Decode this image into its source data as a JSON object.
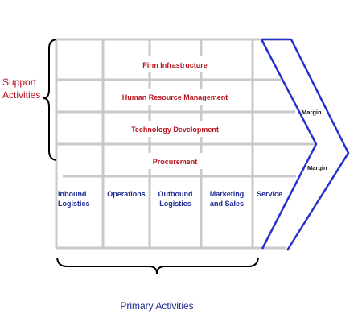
{
  "support_group_label": "Support\nActivities",
  "primary_group_label": "Primary Activities",
  "support_activities": [
    "Firm Infrastructure",
    "Human Resource Management",
    "Technology Development",
    "Procurement"
  ],
  "primary_activities": [
    "Inbound\nLogistics",
    "Operations",
    "Outbound\nLogistics",
    "Marketing\nand Sales",
    "Service"
  ],
  "margin_labels": [
    "Margin",
    "Margin"
  ],
  "colors": {
    "grid_gray": "#c9c9c9",
    "chevron_blue": "#2233cc",
    "support_text_red": "#b8141e",
    "primary_text_blue": "#1e2a96",
    "brace_black": "#000000"
  }
}
